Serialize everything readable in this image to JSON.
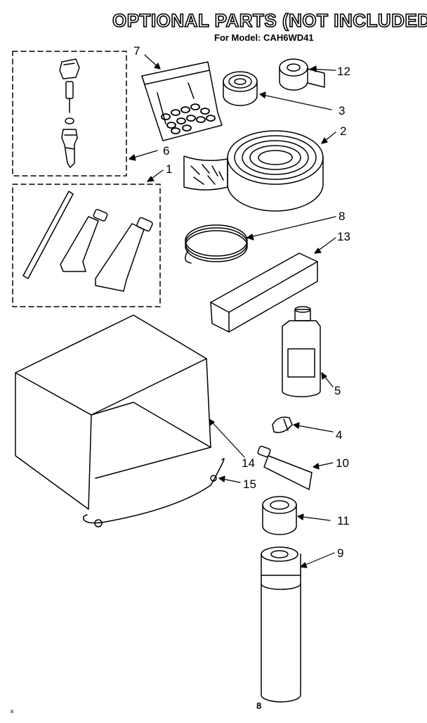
{
  "title": "OPTIONAL PARTS (NOT INCLUDED)",
  "subtitle": "For Model: CAH6WD41",
  "page_number": "8",
  "corner_mark": "x",
  "callouts": {
    "c1": "1",
    "c2": "2",
    "c3": "3",
    "c4": "4",
    "c5": "5",
    "c6": "6",
    "c7": "7",
    "c8": "8",
    "c9": "9",
    "c10": "10",
    "c11": "11",
    "c12": "12",
    "c13": "13",
    "c14": "14",
    "c15": "15"
  }
}
